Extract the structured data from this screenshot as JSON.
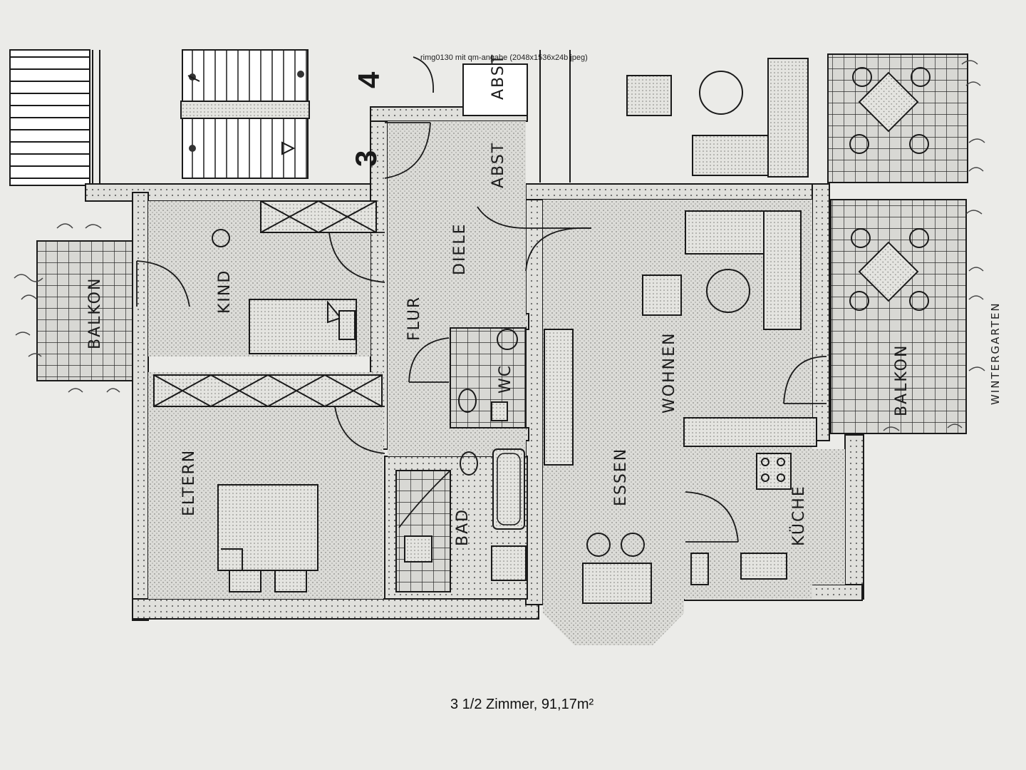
{
  "header": {
    "image_note": "rimg0130 mit qm-angabe (2048x1536x24b jpeg)"
  },
  "caption": {
    "text": "3 1/2 Zimmer, 91,17m²"
  },
  "rooms": {
    "kind": "KIND",
    "eltern": "ELTERN",
    "flur": "FLUR",
    "diele": "DIELE",
    "wc": "WC",
    "bad": "BAD",
    "wohnen": "WOHNEN",
    "essen": "ESSEN",
    "kueche": "KÜCHE",
    "balkon_left": "BALKON",
    "balkon_right": "BALKON",
    "abst_top": "ABST",
    "abst": "ABST",
    "wintergarten": "WINTERGARTEN"
  },
  "stair_numbers": {
    "upper": "4",
    "lower": "3"
  }
}
